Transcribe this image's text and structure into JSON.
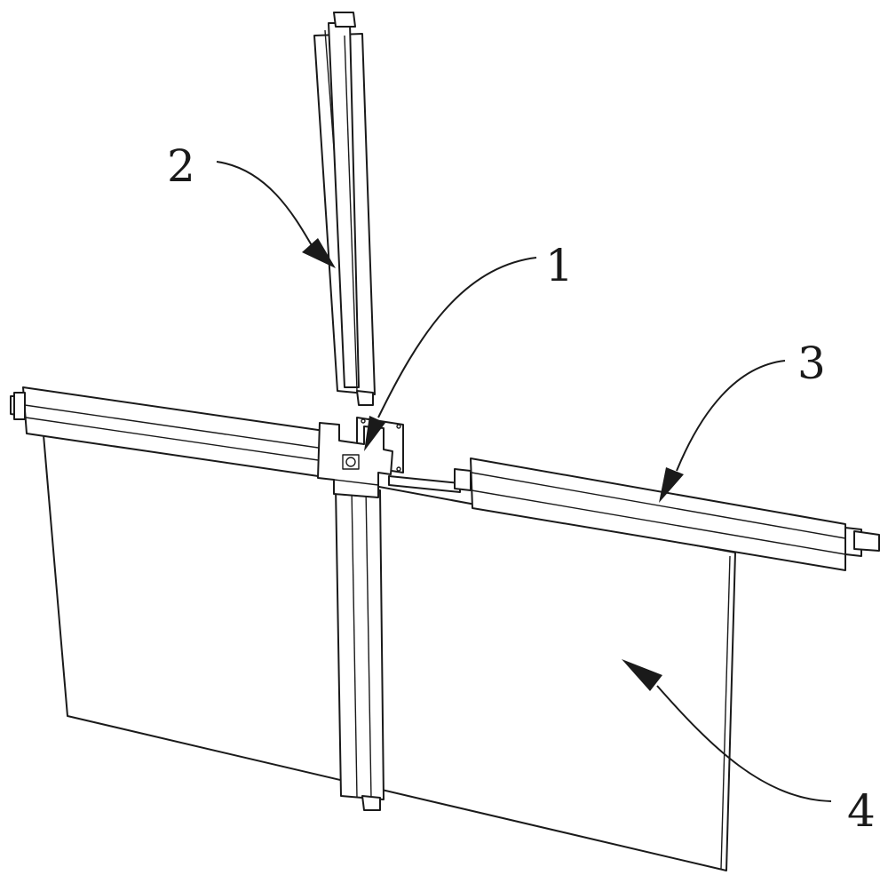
{
  "figure": {
    "labels": [
      {
        "id": "1",
        "text": "1"
      },
      {
        "id": "2",
        "text": "2"
      },
      {
        "id": "3",
        "text": "3"
      },
      {
        "id": "4",
        "text": "4"
      }
    ]
  }
}
